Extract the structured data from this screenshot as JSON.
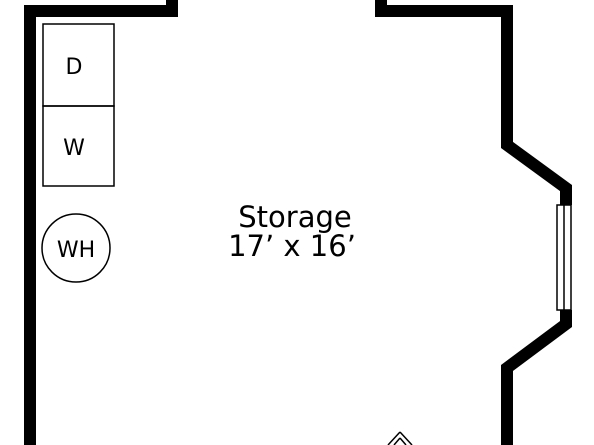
{
  "room": {
    "name": "Storage",
    "dimensions": "17’ x 16’"
  },
  "fixtures": {
    "dryer": "D",
    "washer": "W",
    "water_heater": "WH"
  },
  "colors": {
    "wall": "#000000",
    "background": "#ffffff"
  }
}
